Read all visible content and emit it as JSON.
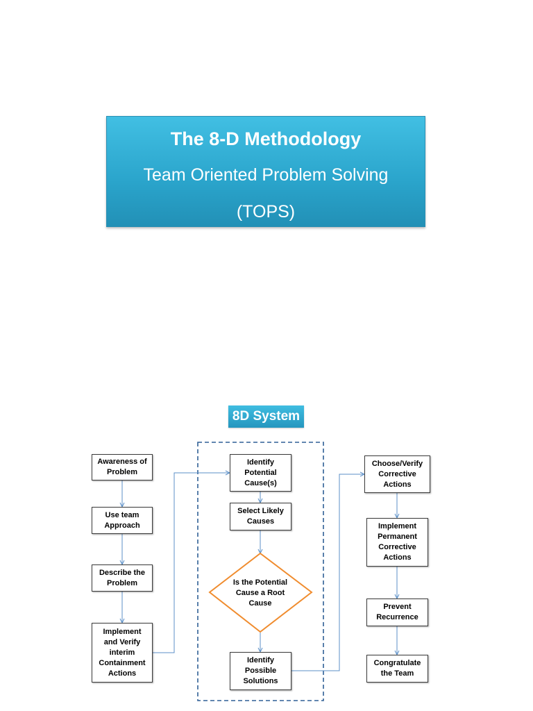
{
  "title": {
    "main": "The 8-D Methodology",
    "subtitle": "Team Oriented Problem Solving",
    "abbreviation": "(TOPS)"
  },
  "system_label": "8D System",
  "steps": {
    "awareness": "Awareness of Problem",
    "team": "Use team Approach",
    "describe": "Describe the Problem",
    "containment": "Implement and Verify interim Containment Actions",
    "identify_cause": "Identify Potential Cause(s)",
    "select_causes": "Select Likely Causes",
    "decision": "Is the Potential Cause a Root Cause",
    "identify_solutions": "Identify Possible Solutions",
    "choose_verify": "Choose/Verify Corrective Actions",
    "implement_permanent": "Implement Permanent Corrective Actions",
    "prevent": "Prevent Recurrence",
    "congratulate": "Congratulate the Team"
  },
  "colors": {
    "banner": "#2aa4cb",
    "connector": "#5b8fc7",
    "dashed_frame": "#2f5f95",
    "decision_border": "#f08c2e"
  }
}
